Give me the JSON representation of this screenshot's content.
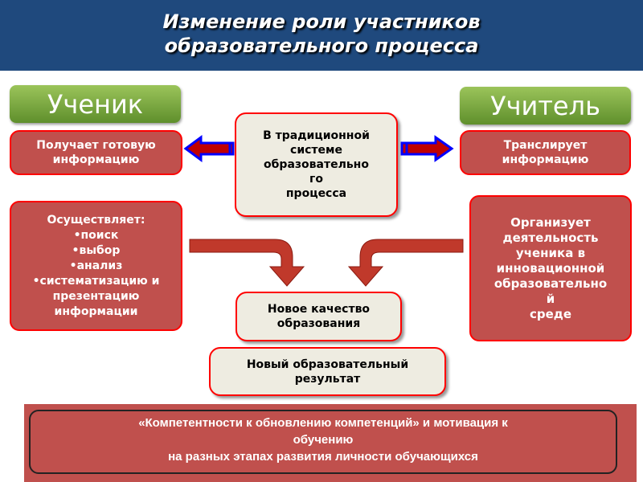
{
  "title": {
    "line1": "Изменение роли участников",
    "line2": "образовательного процесса"
  },
  "student": {
    "label": "Ученик",
    "receives": [
      "Получает готовую",
      "информацию"
    ],
    "does": [
      "Осуществляет:",
      "•поиск",
      "•выбор",
      "•анализ",
      "•систематизацию и",
      "презентацию",
      "информации"
    ]
  },
  "teacher": {
    "label": "Учитель",
    "transmits": [
      "Транслирует",
      "информацию"
    ],
    "organizes": [
      "Организует",
      "деятельность",
      "ученика в",
      "инновационной",
      "образовательно",
      "й",
      "среде"
    ]
  },
  "center": {
    "traditional": [
      "В традиционной",
      "системе",
      "образовательно",
      "го",
      "процесса"
    ],
    "new_quality": [
      "Новое качество",
      "образования"
    ],
    "new_result": [
      "Новый образовательный",
      "результат"
    ]
  },
  "bottom": [
    "«Компетентности к обновлению компетенций» и мотивация к",
    "обучению",
    "на разных этапах развития личности обучающихся"
  ],
  "colors": {
    "header": "#1f497d",
    "red": "#c0504d",
    "green": "#77a83c",
    "beige": "#eeece1"
  }
}
